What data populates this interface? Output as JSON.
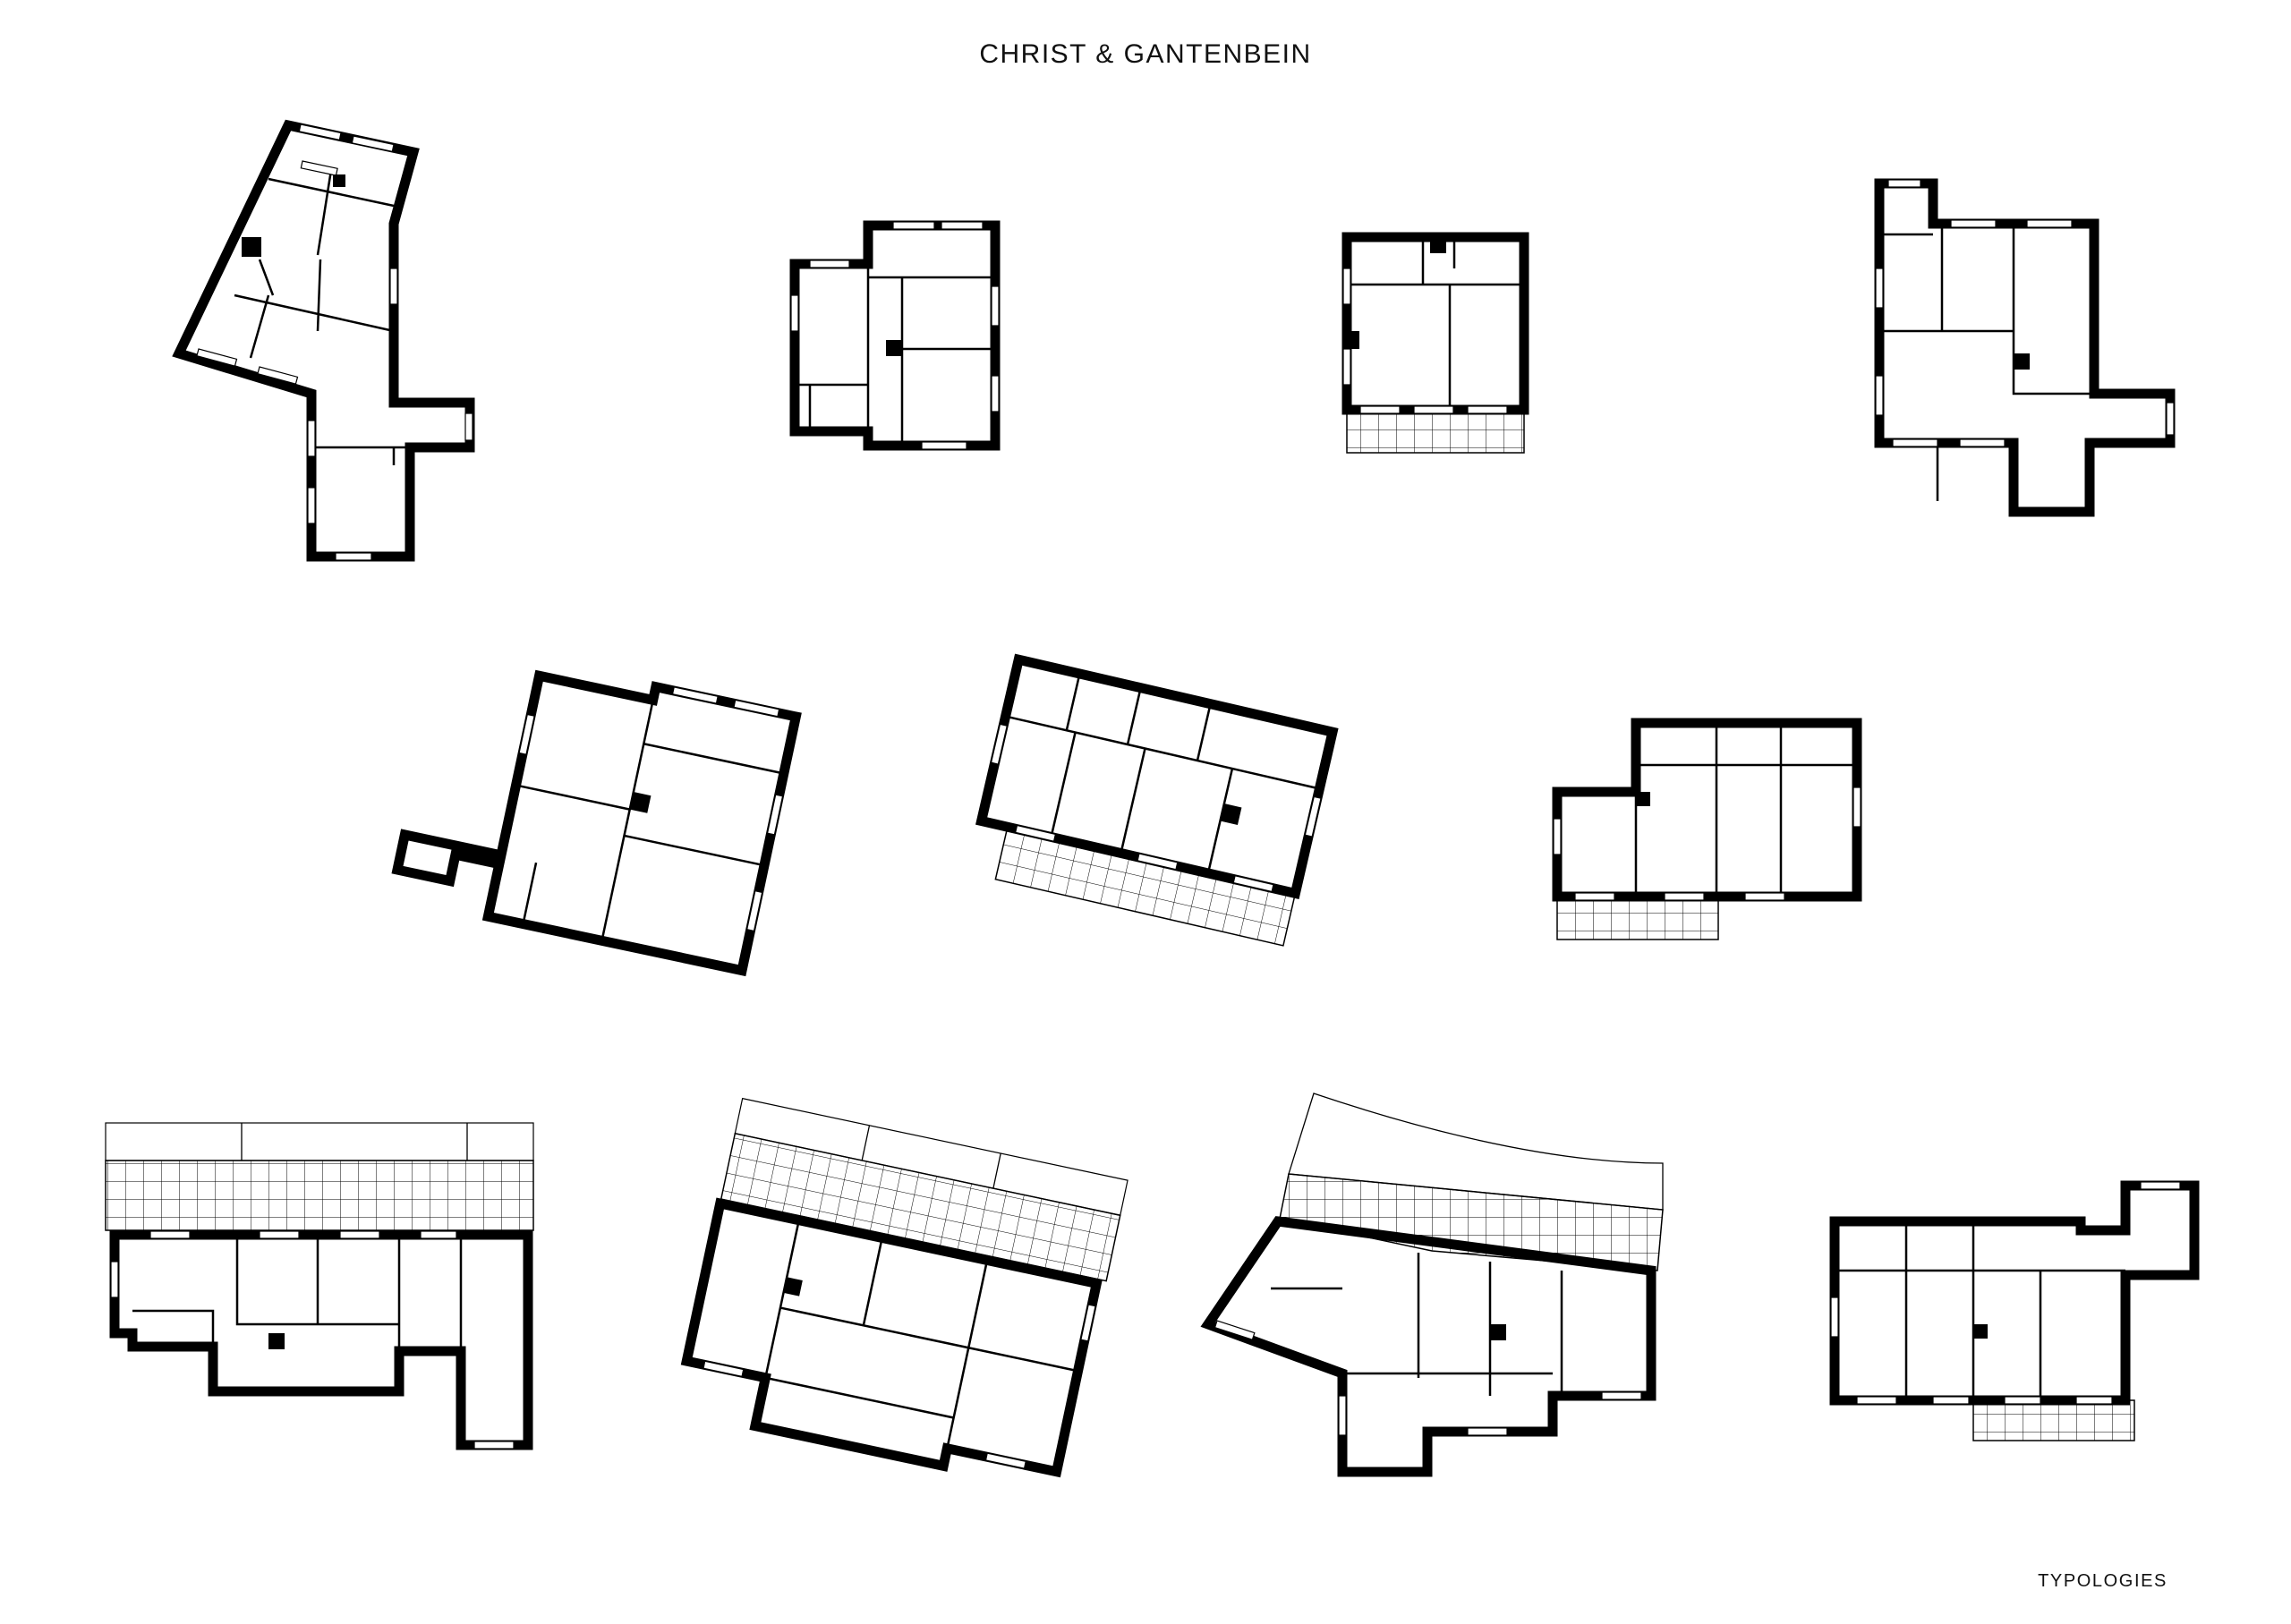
{
  "header": {
    "title": "CHRIST & GANTENBEIN"
  },
  "footer": {
    "label": "TYPOLOGIES"
  },
  "plans": [
    {
      "id": 1,
      "terrace": false
    },
    {
      "id": 2,
      "terrace": false
    },
    {
      "id": 3,
      "terrace": true
    },
    {
      "id": 4,
      "terrace": false
    },
    {
      "id": 5,
      "terrace": false
    },
    {
      "id": 6,
      "terrace": true
    },
    {
      "id": 7,
      "terrace": true
    },
    {
      "id": 8,
      "terrace": true
    },
    {
      "id": 9,
      "terrace": true
    },
    {
      "id": 10,
      "terrace": true
    },
    {
      "id": 11,
      "terrace": true
    }
  ]
}
